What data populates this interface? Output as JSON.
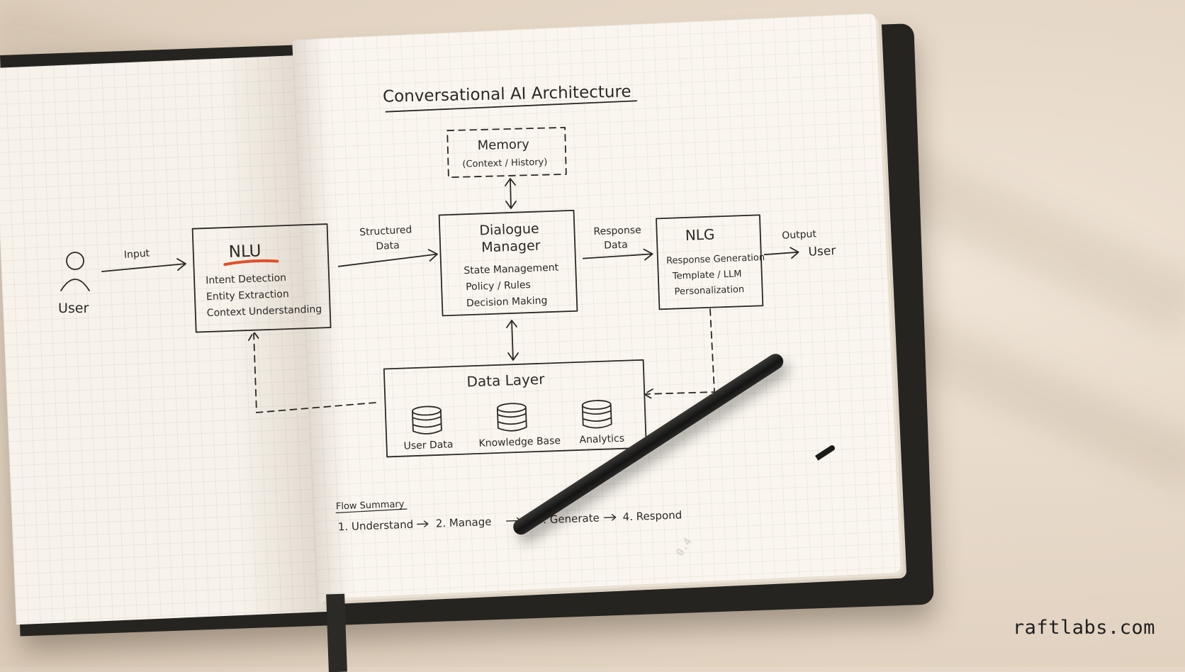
{
  "title": "Conversational AI Architecture",
  "user_left": {
    "label": "User"
  },
  "edges": {
    "input": "Input",
    "structured_data": [
      "Structured",
      "Data"
    ],
    "response_data": [
      "Response",
      "Data"
    ],
    "output": "Output",
    "output_user": "User"
  },
  "memory": {
    "title": "Memory",
    "subtitle": "(Context / History)"
  },
  "nlu": {
    "title": "NLU",
    "items": [
      "Intent Detection",
      "Entity Extraction",
      "Context Understanding"
    ],
    "accent": "#e0502a"
  },
  "dialogue_manager": {
    "title": [
      "Dialogue",
      "Manager"
    ],
    "items": [
      "State Management",
      "Policy / Rules",
      "Decision Making"
    ]
  },
  "nlg": {
    "title": "NLG",
    "items": [
      "Response Generation",
      "Template / LLM",
      "Personalization"
    ]
  },
  "data_layer": {
    "title": "Data Layer",
    "stores": [
      "User Data",
      "Knowledge Base",
      "Analytics"
    ]
  },
  "flow_summary": {
    "heading": "Flow Summary",
    "steps": [
      "1. Understand",
      "2. Manage",
      "3. Generate",
      "4. Respond"
    ]
  },
  "pen": {
    "label": "0.4"
  },
  "watermark": "raftlabs.com",
  "colors": {
    "ink": "#2b2825",
    "accent": "#e0502a",
    "cover": "#262421",
    "paper": "#faf6ef"
  }
}
